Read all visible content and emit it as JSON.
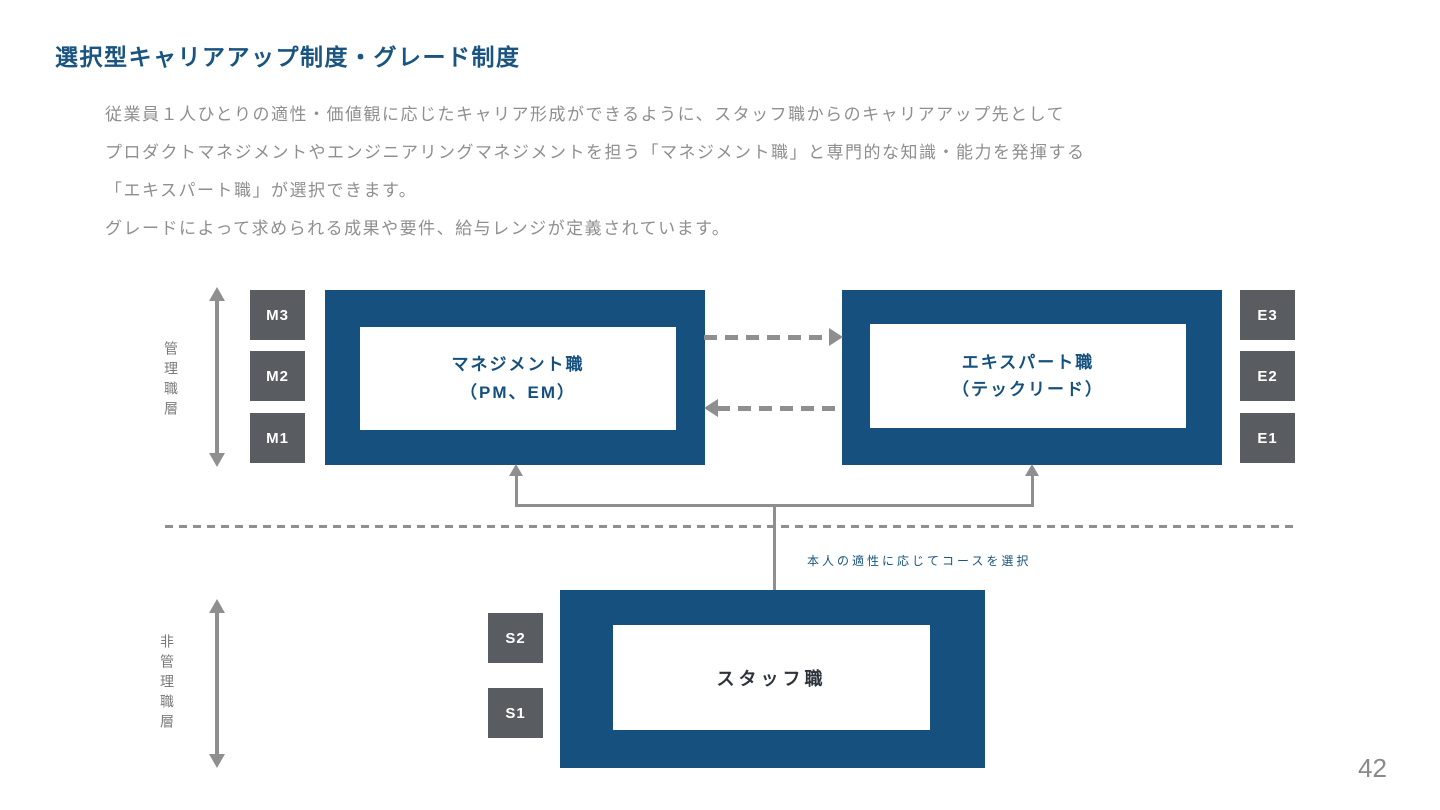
{
  "slide": {
    "title": "選択型キャリアアップ制度・グレード制度",
    "body_lines": [
      "従業員１人ひとりの適性・価値観に応じたキャリア形成ができるように、スタッフ職からのキャリアアップ先として",
      "プロダクトマネジメントやエンジニアリングマネジメントを担う「マネジメント職」と専門的な知識・能力を発揮する",
      "「エキスパート職」が選択できます。",
      "グレードによって求められる成果や要件、給与レンジが定義されています。"
    ],
    "page_number": "42"
  },
  "diagram": {
    "layer_labels": {
      "management": "管理職層",
      "non_management": "非管理職層"
    },
    "management_box": {
      "title": "マネジメント職",
      "subtitle": "（PM、EM）"
    },
    "expert_box": {
      "title": "エキスパート職",
      "subtitle": "（テックリード）"
    },
    "staff_box": {
      "title": "スタッフ職"
    },
    "management_grades": [
      "M3",
      "M2",
      "M1"
    ],
    "expert_grades": [
      "E3",
      "E2",
      "E1"
    ],
    "staff_grades": [
      "S2",
      "S1"
    ],
    "course_note": "本人の適性に応じてコースを選択",
    "colors": {
      "navy": "#15507E",
      "title_blue": "#1A5480",
      "grade_gray": "#595D61",
      "arrow_gray": "#8F8F8F",
      "body_text_gray": "#8F8F8F",
      "staff_text": "#2E343B"
    }
  }
}
